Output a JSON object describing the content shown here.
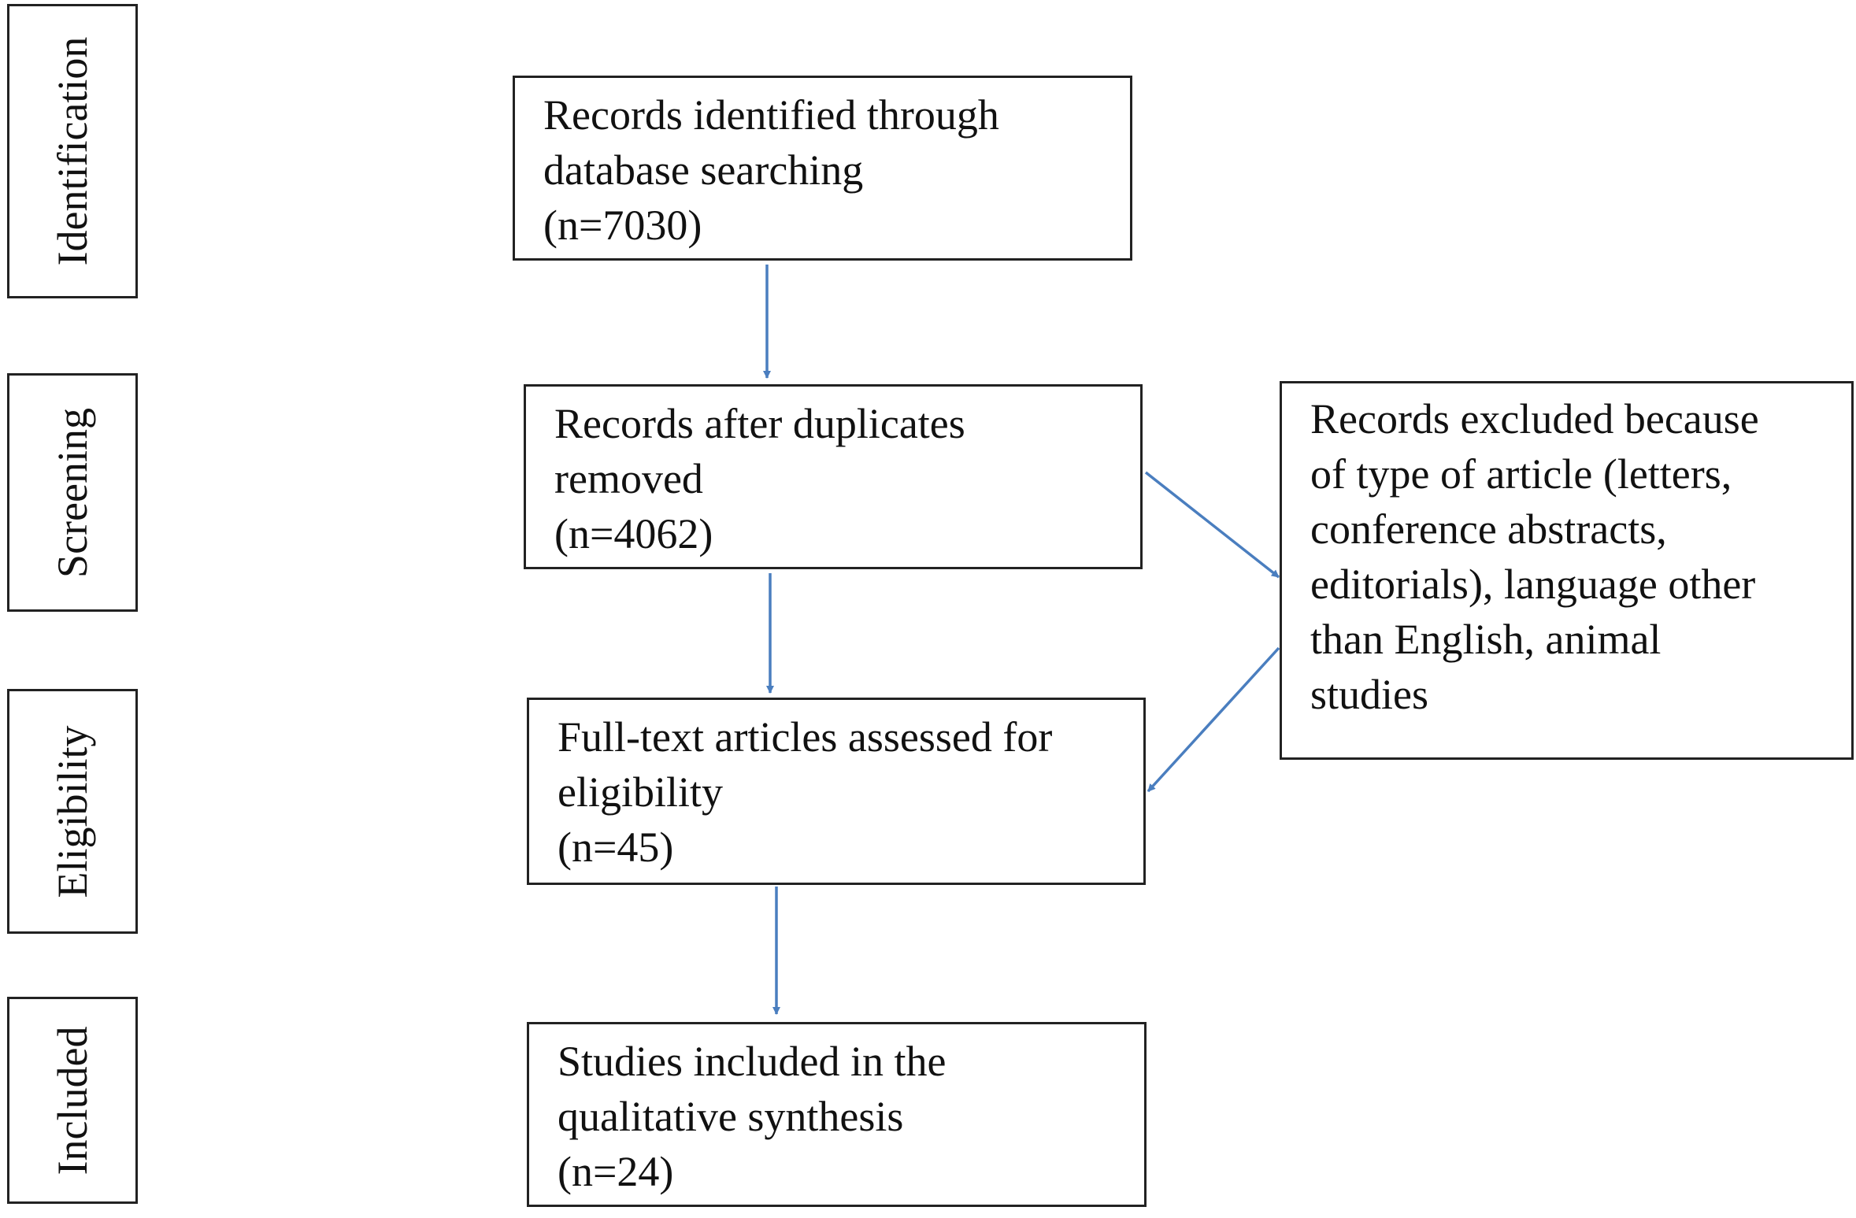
{
  "stages": [
    {
      "id": "identification",
      "label": "Identification"
    },
    {
      "id": "screening",
      "label": "Screening"
    },
    {
      "id": "eligibility",
      "label": "Eligibility"
    },
    {
      "id": "included",
      "label": "Included"
    }
  ],
  "boxes": {
    "identified": {
      "lines": [
        "Records identified through",
        "database searching",
        "(n=7030)"
      ]
    },
    "deduplicated": {
      "lines": [
        "Records after duplicates",
        "removed",
        "(n=4062)"
      ]
    },
    "excluded": {
      "lines": [
        "Records excluded because",
        "of type of article (letters,",
        "conference abstracts,",
        "editorials), language other",
        "than English, animal",
        "studies"
      ]
    },
    "fulltext": {
      "lines": [
        "Full-text articles assessed for",
        "eligibility",
        "(n=45)"
      ]
    },
    "included": {
      "lines": [
        "Studies included in the",
        "qualitative synthesis",
        "(n=24)"
      ]
    }
  },
  "colors": {
    "arrow": "#4a7ebf",
    "border": "#222222"
  }
}
